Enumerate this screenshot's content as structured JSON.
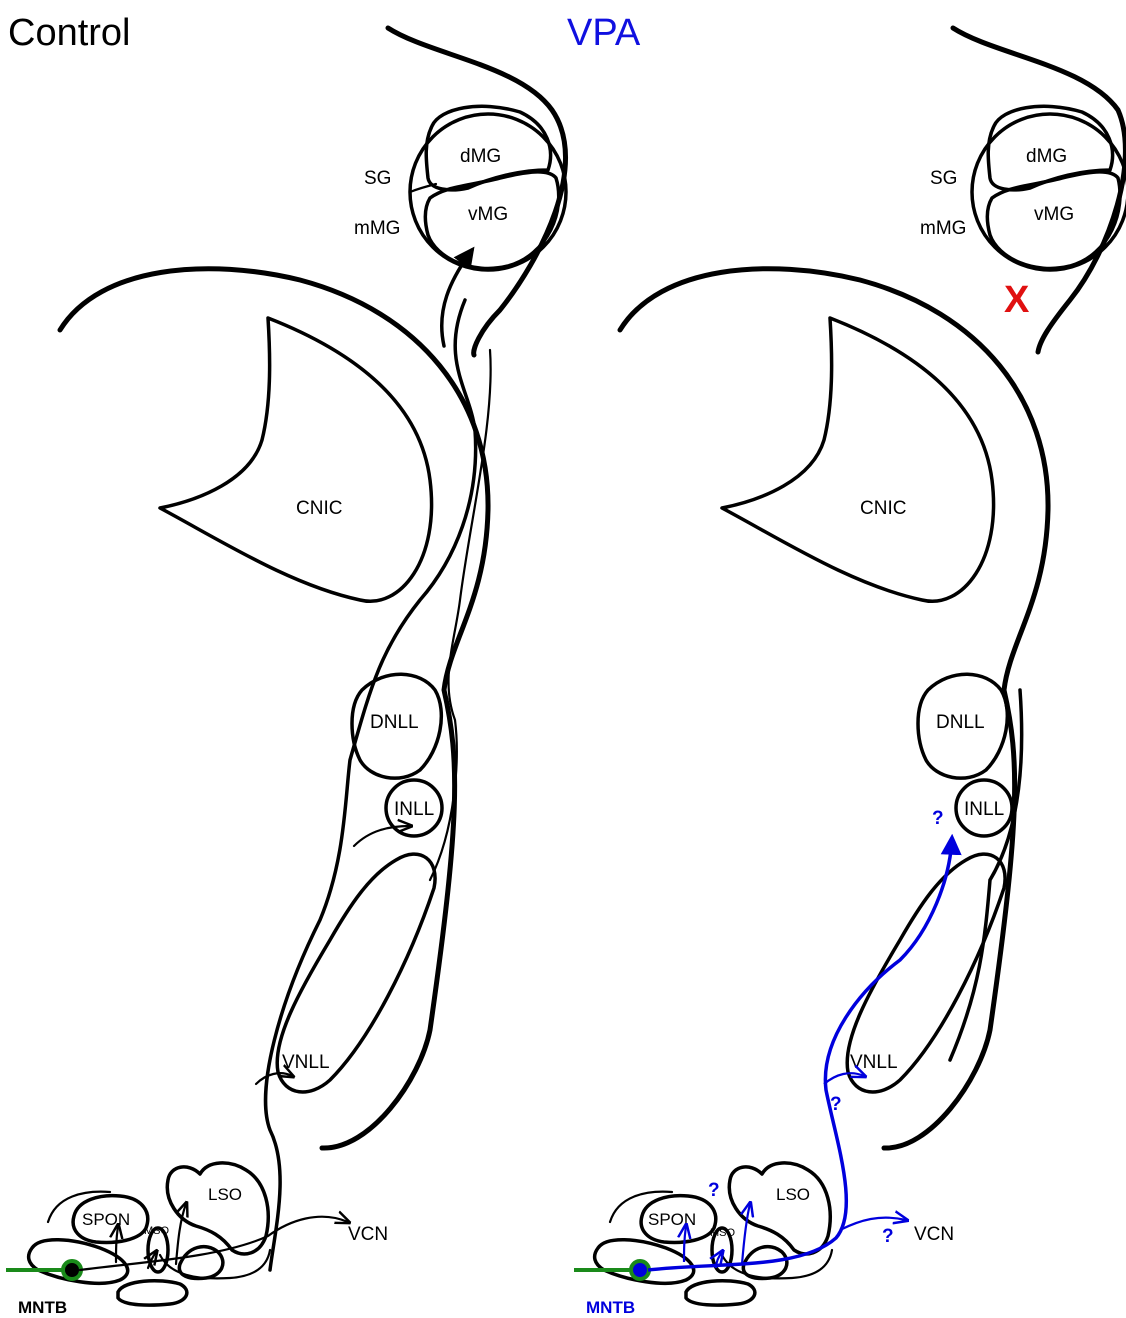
{
  "panels": {
    "control": {
      "title": "Control",
      "title_color": "#000000",
      "nucleus_fill": "#d9d9d9",
      "pathway_color": "#000000",
      "labels": {
        "dmg": "dMG",
        "vmg": "vMG",
        "sg": "SG",
        "mmg": "mMG",
        "cnic": "CNIC",
        "dnll": "DNLL",
        "inll": "INLL",
        "vnll": "VNLL",
        "lso": "LSO",
        "mso": "MSO",
        "spon": "SPON",
        "vcn": "VCN",
        "mntb": "MNTB"
      }
    },
    "vpa": {
      "title": "VPA",
      "title_color": "#1010e0",
      "nucleus_fill": "#b0b0f5",
      "pathway_color": "#0000dd",
      "absent_mark": "X",
      "absent_color": "#e01010",
      "question_mark": "?",
      "labels": {
        "dmg": "dMG",
        "vmg": "vMG",
        "sg": "SG",
        "mmg": "mMG",
        "cnic": "CNIC",
        "dnll": "DNLL",
        "inll": "INLL",
        "vnll": "VNLL",
        "lso": "LSO",
        "mso": "MSO",
        "spon": "SPON",
        "vcn": "VCN",
        "mntb": "MNTB"
      }
    }
  },
  "colors": {
    "outline": "#000000",
    "mntb_axon": "#1a8a1a",
    "mntb_soma_ring": "#1a8a1a"
  }
}
